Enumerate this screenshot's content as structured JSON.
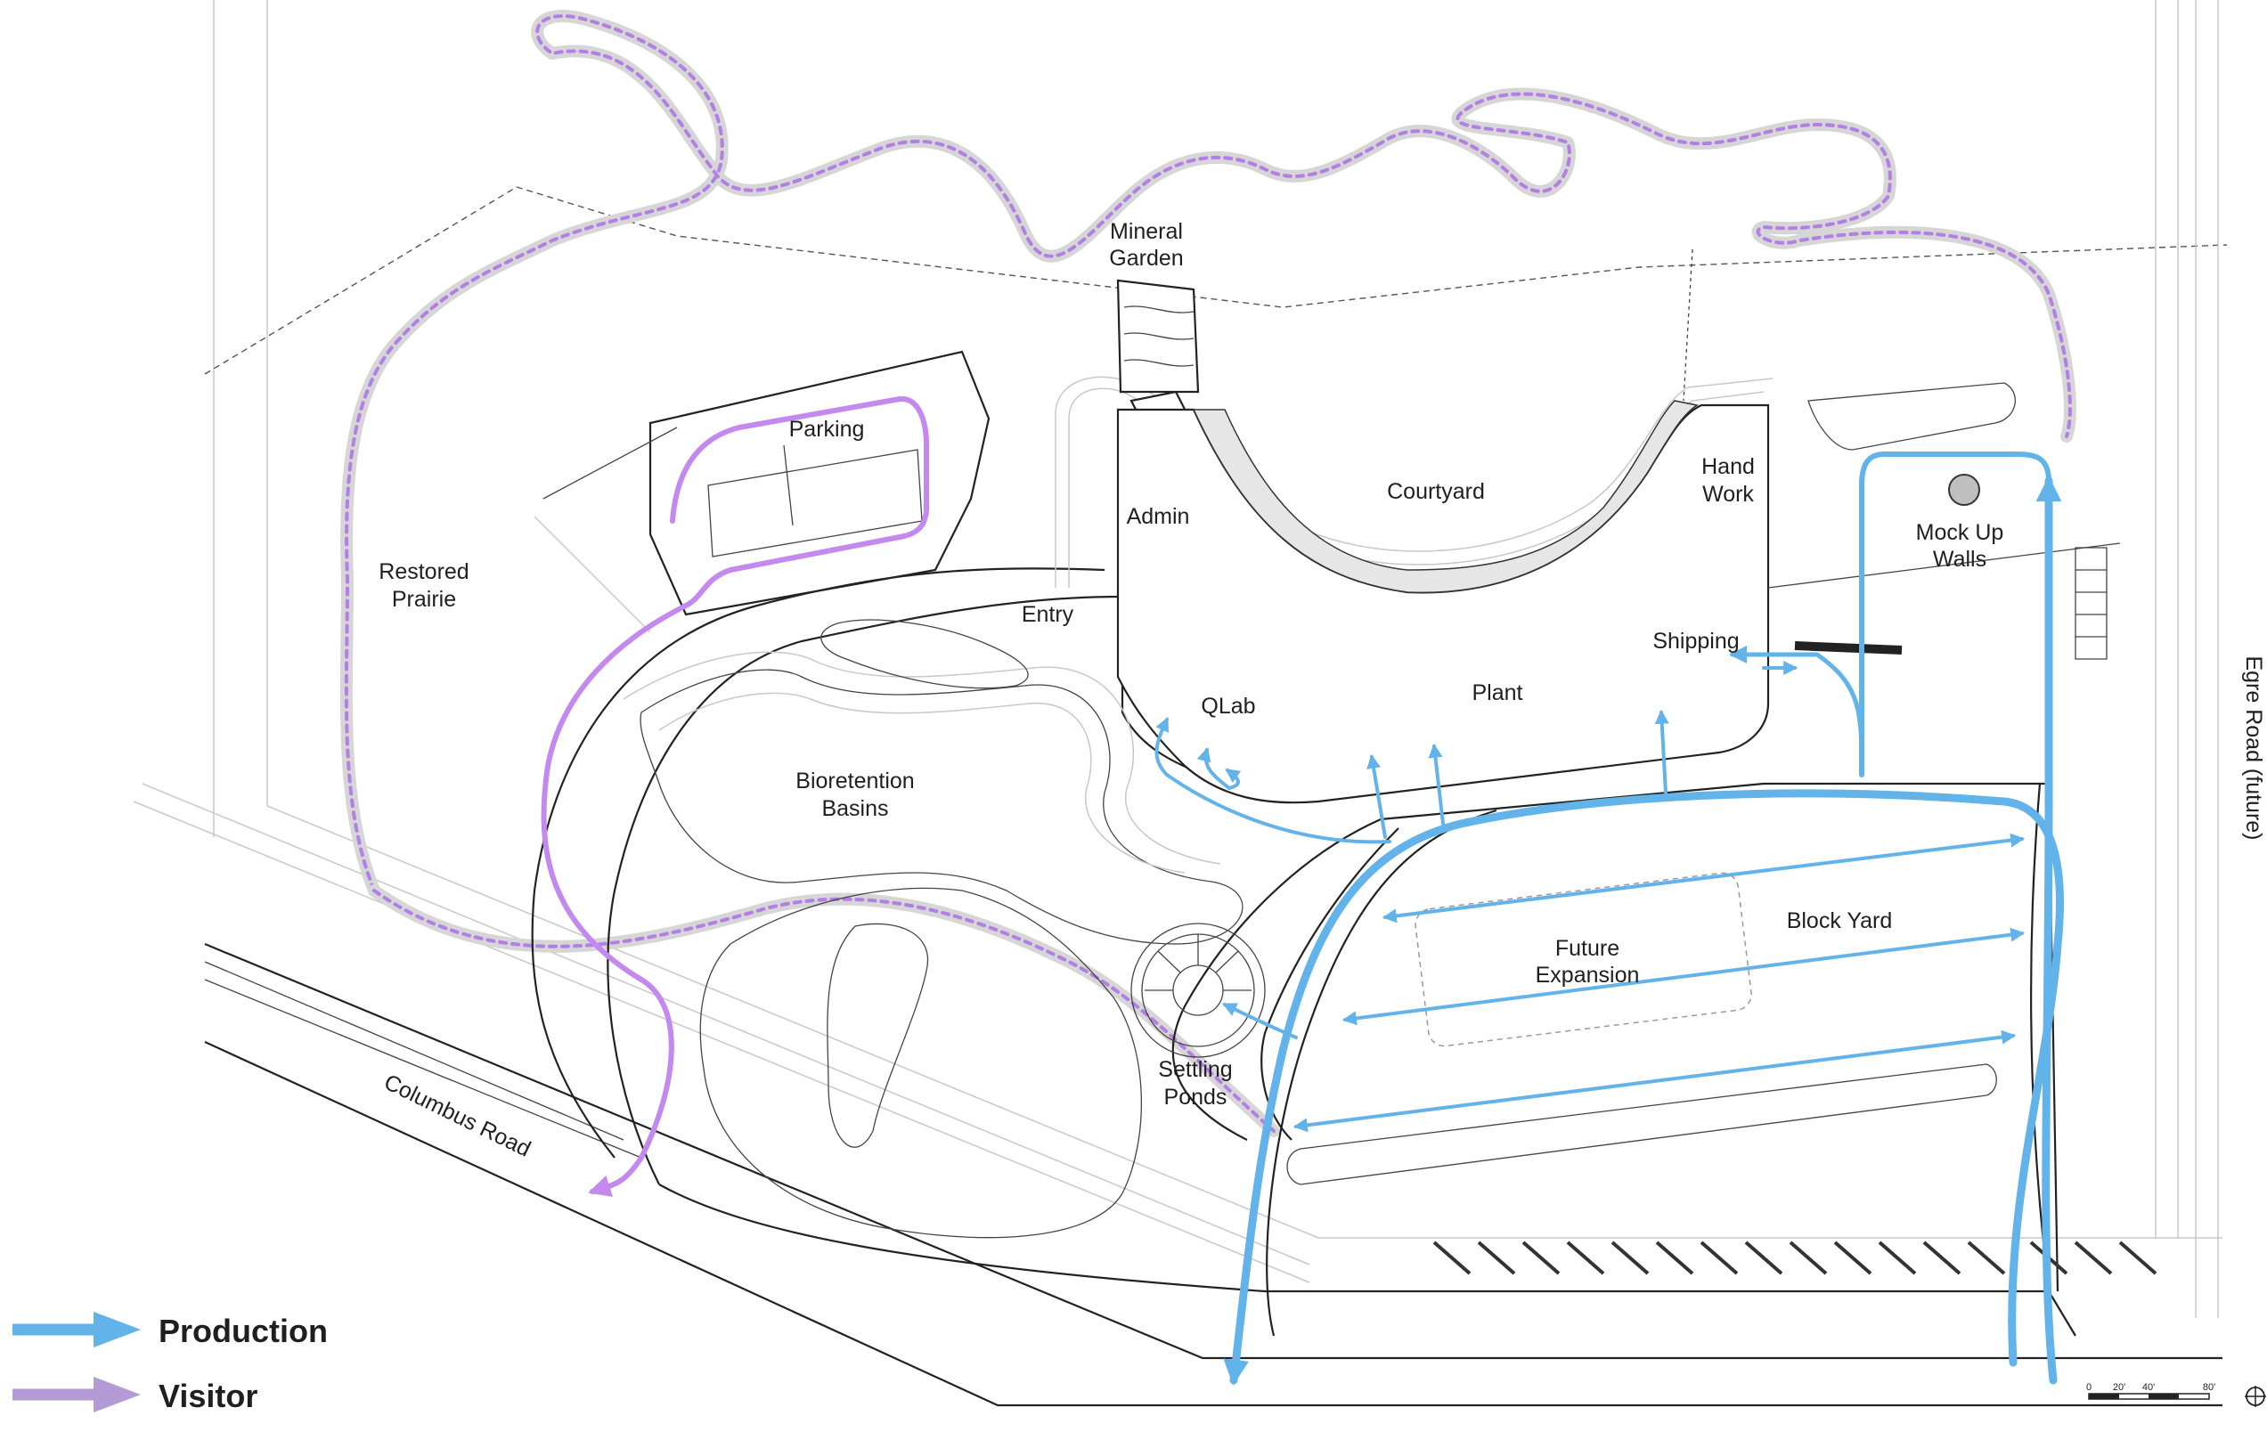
{
  "labels": {
    "mineral_garden_1": "Mineral",
    "mineral_garden_2": "Garden",
    "courtyard": "Courtyard",
    "hand_work_1": "Hand",
    "hand_work_2": "Work",
    "mock_up_1": "Mock Up",
    "mock_up_2": "Walls",
    "parking": "Parking",
    "admin": "Admin",
    "restored_1": "Restored",
    "restored_2": "Prairie",
    "entry": "Entry",
    "shipping": "Shipping",
    "qlab": "QLab",
    "plant": "Plant",
    "bioretention_1": "Bioretention",
    "bioretention_2": "Basins",
    "future_1": "Future",
    "future_2": "Expansion",
    "block_yard": "Block Yard",
    "settling_1": "Settling",
    "settling_2": "Ponds",
    "columbus_road": "Columbus Road",
    "egre_road": "Egre Road (future)"
  },
  "legend": [
    {
      "label": "Production",
      "color": "#62b3ea"
    },
    {
      "label": "Visitor",
      "color": "#c389ee"
    }
  ],
  "scale_bar": {
    "ticks": [
      "0",
      "20'",
      "40'",
      "80'"
    ]
  },
  "icons": {
    "north": "north-arrow-icon"
  }
}
